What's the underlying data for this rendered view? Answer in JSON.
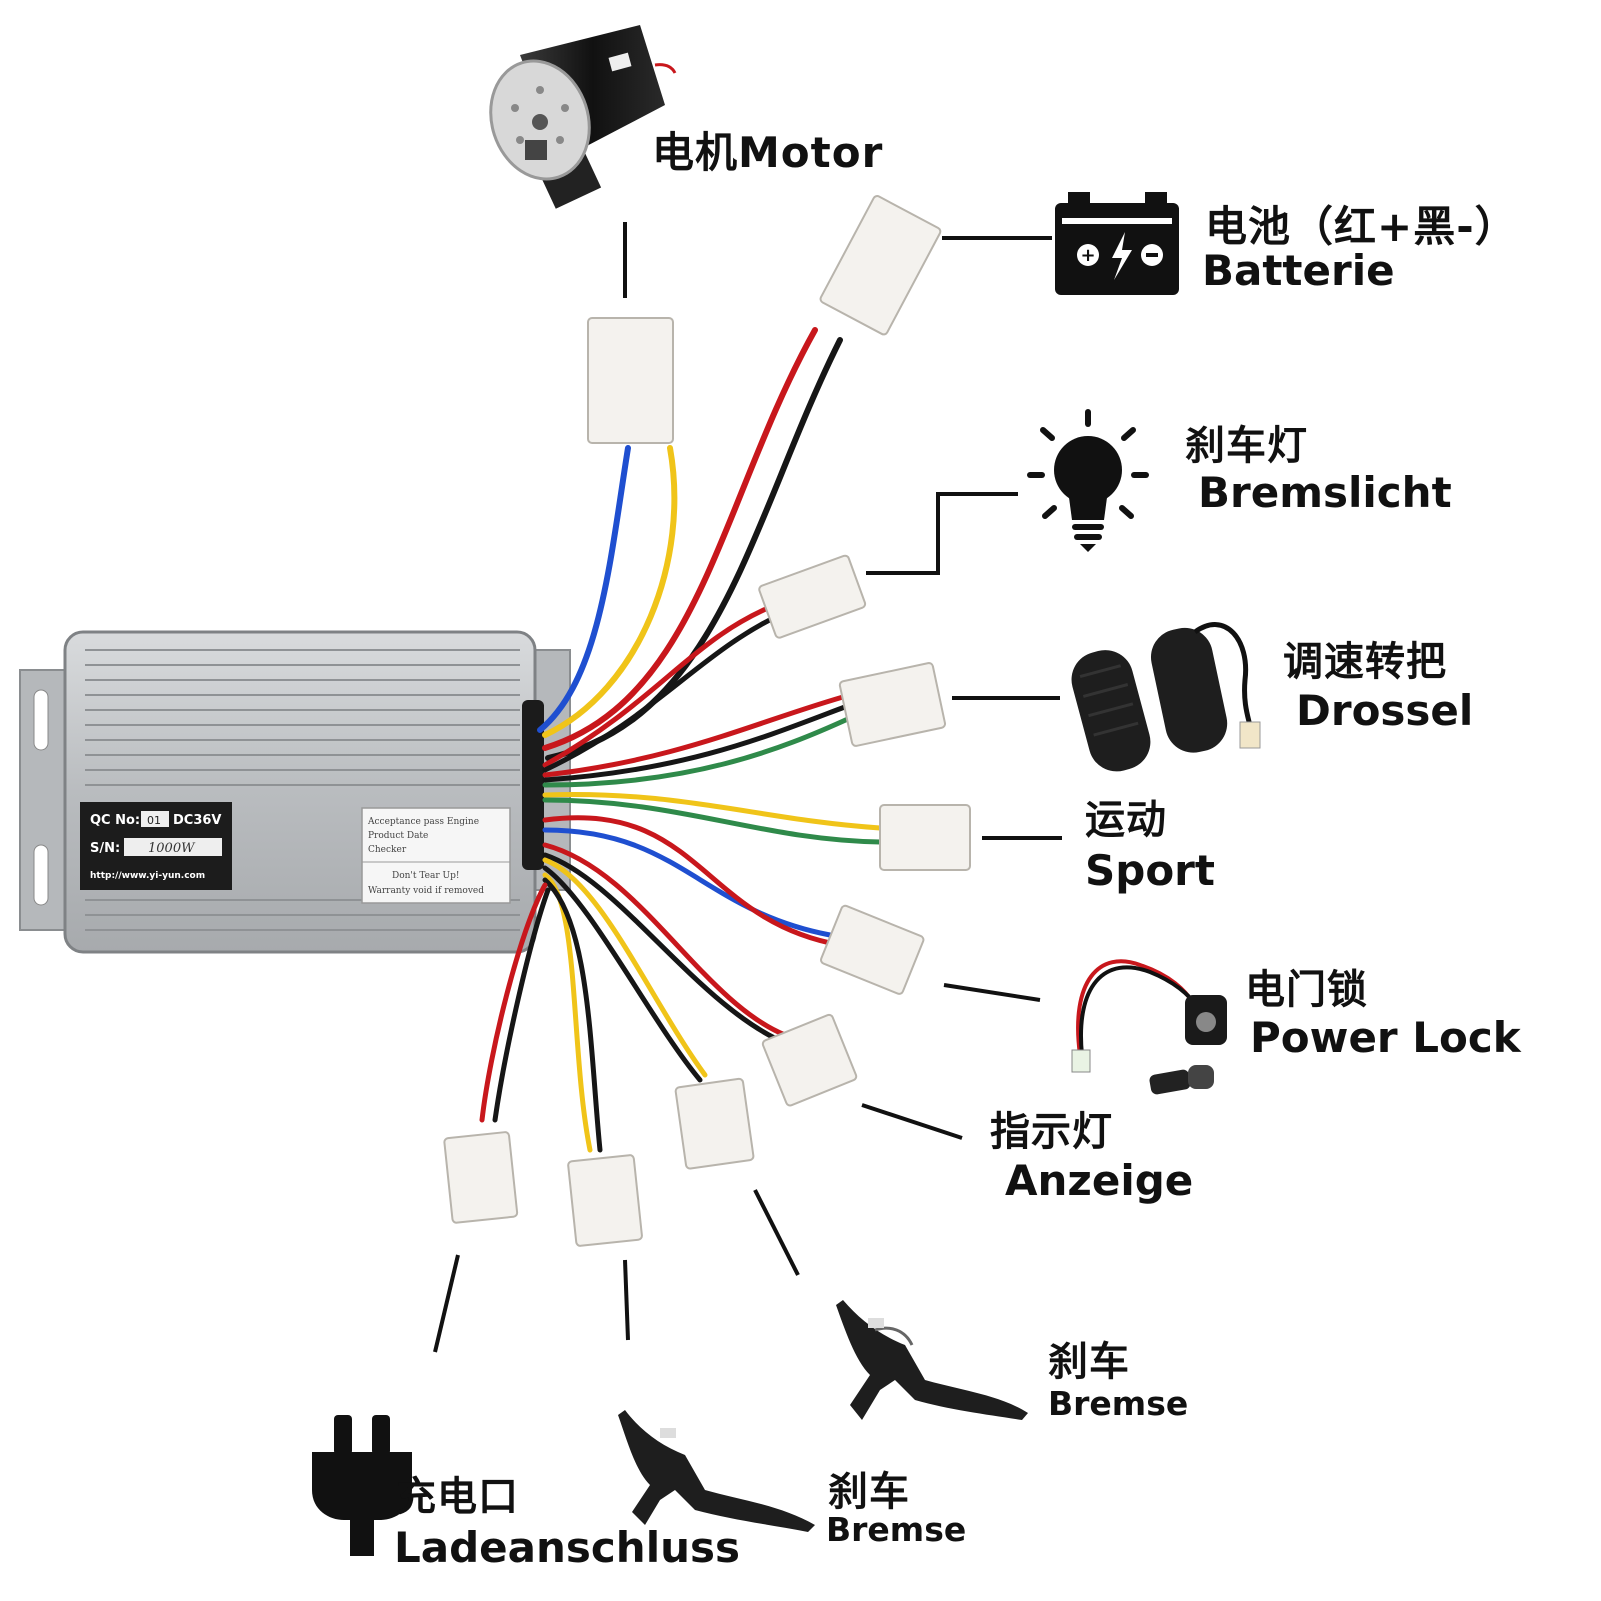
{
  "labels": {
    "motor": "电机Motor",
    "battery_zh": "电池（红+黑-）",
    "battery_de": "Batterie",
    "brakelight_zh": "刹车灯",
    "brakelight_de": "Bremslicht",
    "throttle_zh": "调速转把",
    "throttle_de": "Drossel",
    "sport_zh": "运动",
    "sport_de": "Sport",
    "powerlock_zh": "电门锁",
    "powerlock_de": "Power Lock",
    "indicator_zh": "指示灯",
    "indicator_de": "Anzeige",
    "brake1_zh": "刹车",
    "brake1_de": "Bremse",
    "brake2_zh": "刹车",
    "brake2_de": "Bremse",
    "charge_zh": "充电口",
    "charge_de": "Ladeanschluss"
  },
  "controller": {
    "qc_label": "QC No:",
    "qc_value": "01",
    "voltage": "DC36V",
    "sn_label": "S/N:",
    "sn_value": "1000W",
    "website": "http://www.yi-yun.com",
    "sticker_line1": "Acceptance pass Engine",
    "sticker_line2": "Product Date",
    "sticker_line3": "Checker",
    "sticker_line4": "Don't Tear Up!",
    "sticker_line5": "Warranty void if removed"
  },
  "colors": {
    "wire_red": "#c8171c",
    "wire_black": "#161616",
    "wire_yellow": "#f0c419",
    "wire_blue": "#1f4fd0",
    "wire_green": "#2f8a4a",
    "controller_body": "#c4c7ca",
    "connector": "#f4f2ee"
  }
}
